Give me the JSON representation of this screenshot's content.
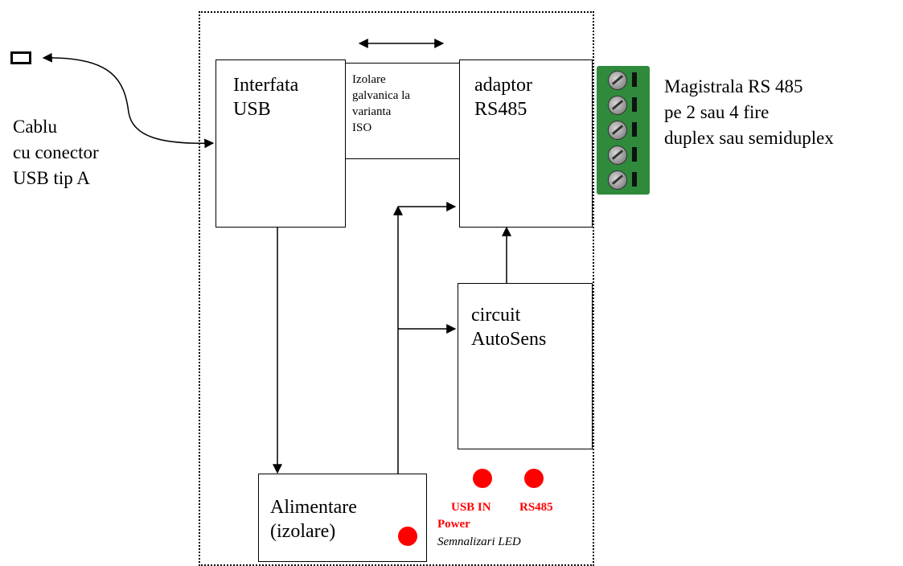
{
  "diagram": {
    "blocks": {
      "usb_interface": "Interfata\nUSB",
      "isolation": "Izolare\ngalvanica la\nvarianta\nISO",
      "rs485_adapter": "adaptor\nRS485",
      "autosens": "circuit\nAutoSens",
      "power_supply": "Alimentare\n(izolare)"
    },
    "cable_label": "Cablu\ncu conector\nUSB tip A",
    "bus_label": "Magistrala RS 485\npe 2 sau 4 fire\nduplex sau semiduplex",
    "leds": {
      "usb_in": "USB IN",
      "rs485": "RS485",
      "power": "Power",
      "caption": "Semnalizari LED",
      "color": "#ff0000"
    },
    "terminal_color": "#2f8a3c"
  }
}
